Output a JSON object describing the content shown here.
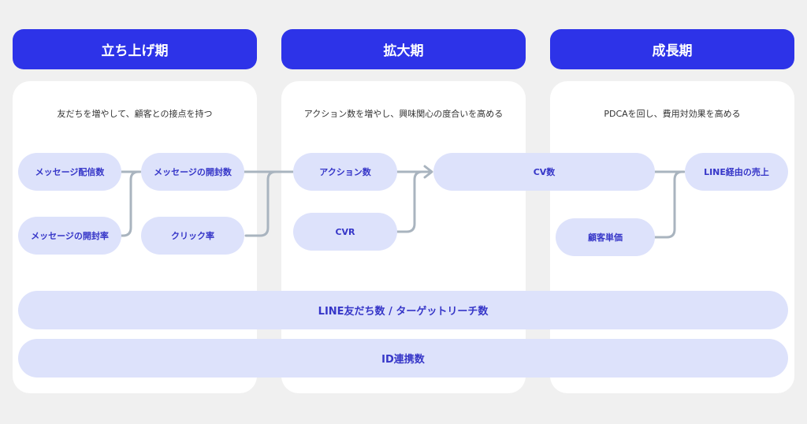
{
  "phases": [
    {
      "title": "立ち上げ期",
      "subtitle": "友だちを増やして、顧客との接点を持つ"
    },
    {
      "title": "拡大期",
      "subtitle": "アクション数を増やし、興味関心の度合いを高める"
    },
    {
      "title": "成長期",
      "subtitle": "PDCAを回し、費用対効果を高める"
    }
  ],
  "nodes": {
    "message_delivery": "メッセージ配信数",
    "message_open_count": "メッセージの開封数",
    "message_open_rate": "メッセージの開封率",
    "click_rate": "クリック率",
    "action_count": "アクション数",
    "cvr": "CVR",
    "cv_count": "CV数",
    "unit_price": "顧客単価",
    "line_sales": "LINE経由の売上"
  },
  "bars": {
    "friends_target": "LINE友だち数 / ターゲットリーチ数",
    "id_link": "ID連携数"
  },
  "colors": {
    "header": "#2d33e8",
    "pill": "#dde2fb",
    "pill_text": "#3636c8",
    "connector": "#a9b4bf",
    "card": "#ffffff",
    "background": "#f0f0f0"
  }
}
